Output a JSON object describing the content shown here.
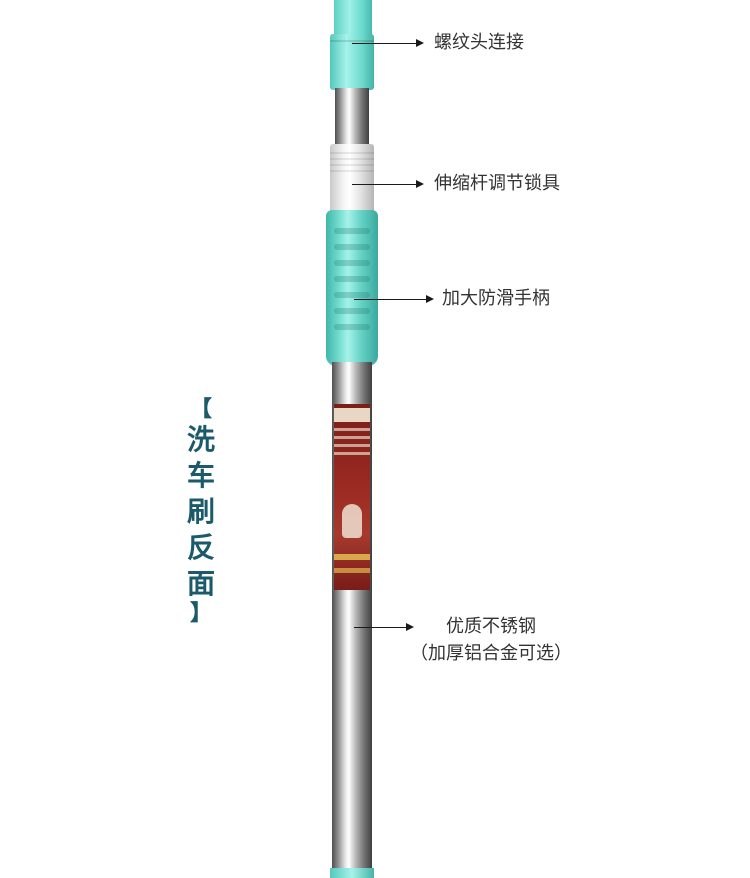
{
  "callouts": {
    "thread_connector": "螺纹头连接",
    "telescopic_lock": "伸缩杆调节锁具",
    "anti_slip_handle": "加大防滑手柄",
    "pole_material_line1": "优质不锈钢",
    "pole_material_line2": "（加厚铝合金可选）"
  },
  "vertical_title": {
    "open_bracket": "【",
    "chars": [
      "洗",
      "车",
      "刷",
      "反",
      "面"
    ],
    "close_bracket": "】"
  },
  "colors": {
    "mint": "#7fe3d6",
    "title": "#1a5a6b",
    "text": "#333333",
    "sticker": "#9b2a22"
  }
}
